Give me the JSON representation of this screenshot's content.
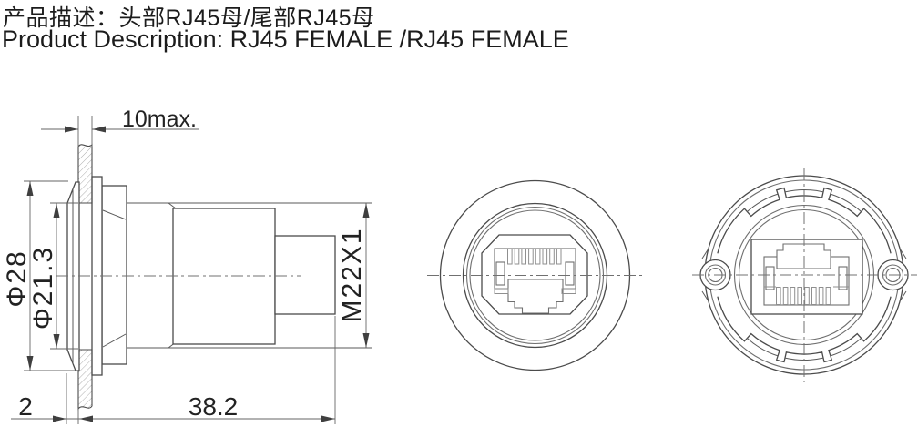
{
  "header": {
    "title_zh": "产品描述：头部RJ45母/尾部RJ45母",
    "title_en": "Product Description: RJ45 FEMALE /RJ45 FEMALE"
  },
  "views": {
    "side": {
      "label": "side-section-view",
      "dims": {
        "panel_thickness_max": "10max.",
        "flange_diameter": "Φ28",
        "panel_hole_diameter": "Φ21.3",
        "thread_spec": "M22X1",
        "bezel_depth": "2",
        "body_length": "38.2"
      }
    },
    "front": {
      "label": "front-view-rj45-female"
    },
    "rear": {
      "label": "rear-view-rj45-female"
    }
  },
  "colors": {
    "background": "#ffffff",
    "line": "#4b4b4b",
    "dimension_line": "#666666",
    "text": "#1c1c1c"
  }
}
